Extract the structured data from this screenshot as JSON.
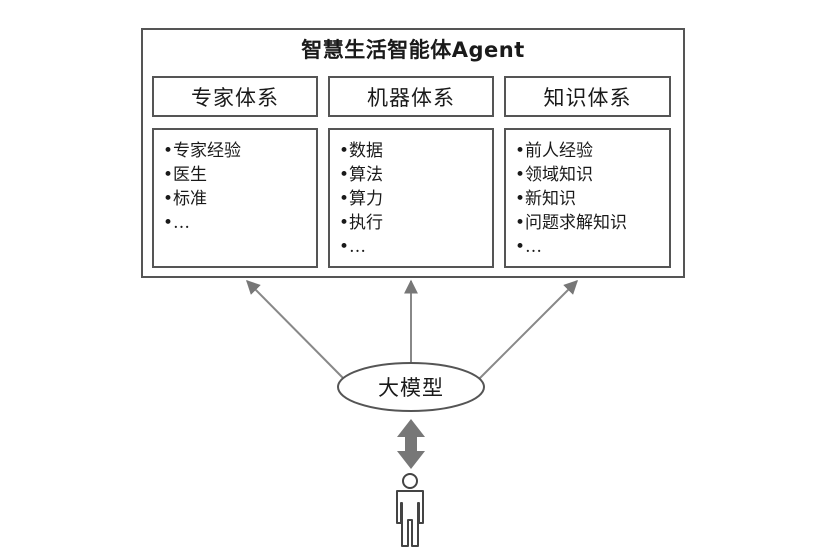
{
  "title": "智慧生活智能体Agent",
  "systems": [
    {
      "header": "专家体系",
      "items": [
        "•专家经验",
        "•医生",
        "•标准",
        "•…"
      ]
    },
    {
      "header": "机器体系",
      "items": [
        "•数据",
        "•算法",
        "•算力",
        "•执行",
        "•…"
      ]
    },
    {
      "header": "知识体系",
      "items": [
        "•前人经验",
        "•领域知识",
        "•新知识",
        "•问题求解知识",
        "•…"
      ]
    }
  ],
  "model_label": "大模型",
  "icons": {
    "person": "person-icon",
    "double_arrow": "double-arrow-icon"
  }
}
